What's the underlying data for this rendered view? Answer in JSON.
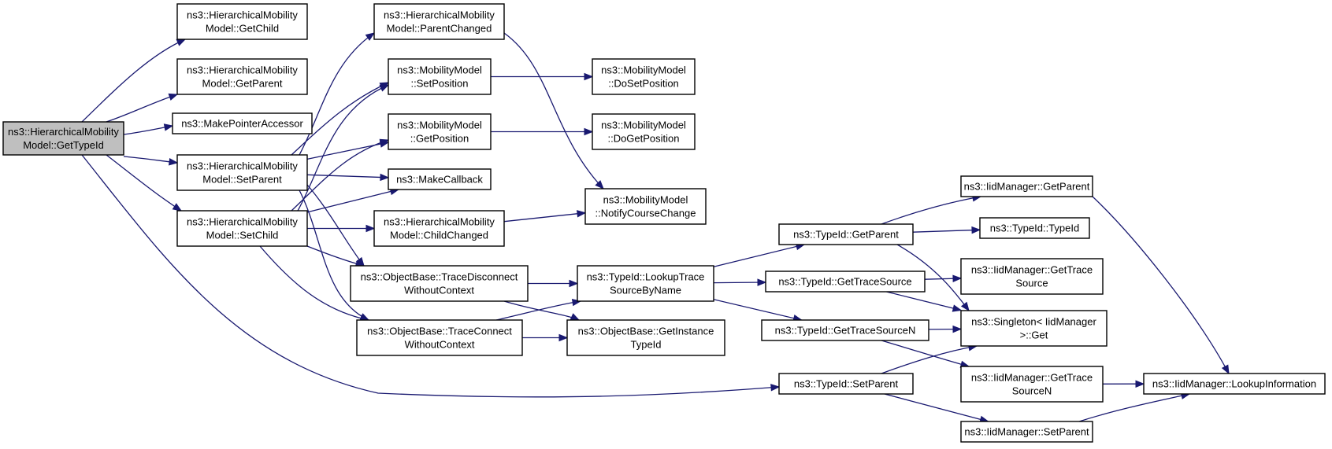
{
  "graph": {
    "nodes": [
      {
        "id": "root",
        "lines": [
          "ns3::HierarchicalMobility",
          "Model::GetTypeId"
        ],
        "highlighted": true
      },
      {
        "id": "getchild",
        "lines": [
          "ns3::HierarchicalMobility",
          "Model::GetChild"
        ]
      },
      {
        "id": "getparent",
        "lines": [
          "ns3::HierarchicalMobility",
          "Model::GetParent"
        ]
      },
      {
        "id": "makeptr",
        "lines": [
          "ns3::MakePointerAccessor"
        ]
      },
      {
        "id": "setparent",
        "lines": [
          "ns3::HierarchicalMobility",
          "Model::SetParent"
        ]
      },
      {
        "id": "setchild",
        "lines": [
          "ns3::HierarchicalMobility",
          "Model::SetChild"
        ]
      },
      {
        "id": "parentchanged",
        "lines": [
          "ns3::HierarchicalMobility",
          "Model::ParentChanged"
        ]
      },
      {
        "id": "mm_setpos",
        "lines": [
          "ns3::MobilityModel",
          "::SetPosition"
        ]
      },
      {
        "id": "mm_getpos",
        "lines": [
          "ns3::MobilityModel",
          "::GetPosition"
        ]
      },
      {
        "id": "makecb",
        "lines": [
          "ns3::MakeCallback"
        ]
      },
      {
        "id": "childchanged",
        "lines": [
          "ns3::HierarchicalMobility",
          "Model::ChildChanged"
        ]
      },
      {
        "id": "tracedisc",
        "lines": [
          "ns3::ObjectBase::TraceDisconnect",
          "WithoutContext"
        ]
      },
      {
        "id": "traceconn",
        "lines": [
          "ns3::ObjectBase::TraceConnect",
          "WithoutContext"
        ]
      },
      {
        "id": "mm_dosetpos",
        "lines": [
          "ns3::MobilityModel",
          "::DoSetPosition"
        ]
      },
      {
        "id": "mm_dogetpos",
        "lines": [
          "ns3::MobilityModel",
          "::DoGetPosition"
        ]
      },
      {
        "id": "mm_notify",
        "lines": [
          "ns3::MobilityModel",
          "::NotifyCourseChange"
        ]
      },
      {
        "id": "lookuptrace",
        "lines": [
          "ns3::TypeId::LookupTrace",
          "SourceByName"
        ]
      },
      {
        "id": "getinsttid",
        "lines": [
          "ns3::ObjectBase::GetInstance",
          "TypeId"
        ]
      },
      {
        "id": "tid_getparent",
        "lines": [
          "ns3::TypeId::GetParent"
        ]
      },
      {
        "id": "tid_gettracesrc",
        "lines": [
          "ns3::TypeId::GetTraceSource"
        ]
      },
      {
        "id": "tid_gettracesrcn",
        "lines": [
          "ns3::TypeId::GetTraceSourceN"
        ]
      },
      {
        "id": "tid_setparent",
        "lines": [
          "ns3::TypeId::SetParent"
        ]
      },
      {
        "id": "iid_getparent",
        "lines": [
          "ns3::IidManager::GetParent"
        ]
      },
      {
        "id": "tid_typeid",
        "lines": [
          "ns3::TypeId::TypeId"
        ]
      },
      {
        "id": "iid_gettracesrc",
        "lines": [
          "ns3::IidManager::GetTrace",
          "Source"
        ]
      },
      {
        "id": "singleton",
        "lines": [
          "ns3::Singleton< IidManager",
          ">::Get"
        ]
      },
      {
        "id": "iid_gettracesrcn",
        "lines": [
          "ns3::IidManager::GetTrace",
          "SourceN"
        ]
      },
      {
        "id": "iid_setparent",
        "lines": [
          "ns3::IidManager::SetParent"
        ]
      },
      {
        "id": "iid_lookupinfo",
        "lines": [
          "ns3::IidManager::LookupInformation"
        ]
      }
    ],
    "edges": [
      [
        "root",
        "getchild"
      ],
      [
        "root",
        "getparent"
      ],
      [
        "root",
        "makeptr"
      ],
      [
        "root",
        "setparent"
      ],
      [
        "root",
        "setchild"
      ],
      [
        "root",
        "tid_setparent"
      ],
      [
        "setparent",
        "parentchanged"
      ],
      [
        "setparent",
        "mm_setpos"
      ],
      [
        "setparent",
        "mm_getpos"
      ],
      [
        "setparent",
        "makecb"
      ],
      [
        "setparent",
        "tracedisc"
      ],
      [
        "setparent",
        "traceconn"
      ],
      [
        "setchild",
        "mm_setpos"
      ],
      [
        "setchild",
        "mm_getpos"
      ],
      [
        "setchild",
        "makecb"
      ],
      [
        "setchild",
        "childchanged"
      ],
      [
        "setchild",
        "tracedisc"
      ],
      [
        "setchild",
        "traceconn"
      ],
      [
        "parentchanged",
        "mm_notify"
      ],
      [
        "mm_setpos",
        "mm_dosetpos"
      ],
      [
        "mm_getpos",
        "mm_dogetpos"
      ],
      [
        "childchanged",
        "mm_notify"
      ],
      [
        "tracedisc",
        "lookuptrace"
      ],
      [
        "tracedisc",
        "getinsttid"
      ],
      [
        "traceconn",
        "lookuptrace"
      ],
      [
        "traceconn",
        "getinsttid"
      ],
      [
        "lookuptrace",
        "tid_getparent"
      ],
      [
        "lookuptrace",
        "tid_gettracesrc"
      ],
      [
        "lookuptrace",
        "tid_gettracesrcn"
      ],
      [
        "tid_getparent",
        "iid_getparent"
      ],
      [
        "tid_getparent",
        "tid_typeid"
      ],
      [
        "tid_getparent",
        "singleton"
      ],
      [
        "tid_gettracesrc",
        "iid_gettracesrc"
      ],
      [
        "tid_gettracesrc",
        "singleton"
      ],
      [
        "tid_gettracesrcn",
        "singleton"
      ],
      [
        "tid_gettracesrcn",
        "iid_gettracesrcn"
      ],
      [
        "tid_setparent",
        "singleton"
      ],
      [
        "tid_setparent",
        "iid_setparent"
      ],
      [
        "iid_getparent",
        "iid_lookupinfo"
      ],
      [
        "iid_gettracesrcn",
        "iid_lookupinfo"
      ],
      [
        "iid_setparent",
        "iid_lookupinfo"
      ]
    ]
  },
  "colors": {
    "edge": "#191970",
    "node_fill": "#ffffff",
    "root_fill": "#bfbfbf",
    "border": "#000000"
  }
}
